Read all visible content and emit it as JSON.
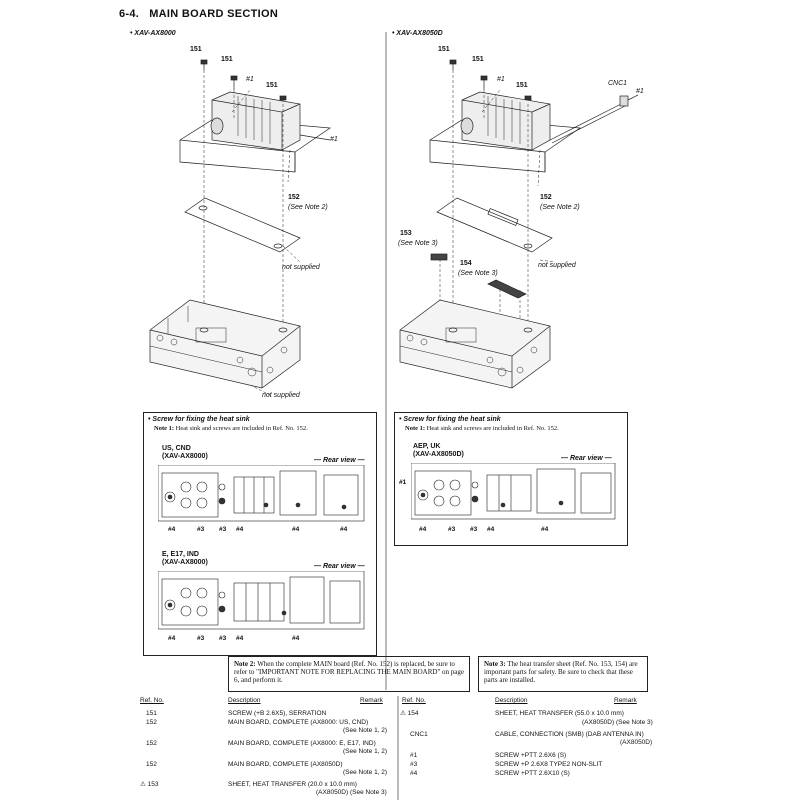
{
  "section_title": "6-4.   MAIN BOARD SECTION",
  "left": {
    "model": "• XAV-AX8000",
    "callouts": {
      "c151a": "151",
      "c151b": "151",
      "c151c": "151",
      "c1a": "#1",
      "c1b": "#1",
      "c152": "152",
      "c152note": "(See Note 2)",
      "ns1": "not supplied",
      "ns2": "not supplied"
    }
  },
  "right": {
    "model": "• XAV-AX8050D",
    "callouts": {
      "c151a": "151",
      "c151b": "151",
      "c151c": "151",
      "c1a": "#1",
      "c1b": "#1",
      "cnc1": "CNC1",
      "c152": "152",
      "c152note": "(See Note 2)",
      "c153": "153",
      "c153note": "(See Note 3)",
      "c154": "154",
      "c154note": "(See Note 3)",
      "ns1": "not supplied"
    }
  },
  "heatsink_left": {
    "title": "• Screw for fixing the heat sink",
    "note_label": "Note 1:",
    "note_text": " Heat sink and screws are included in Ref. No. 152.",
    "views": [
      {
        "region1": "US, CND",
        "region2": "(XAV-AX8000)",
        "rear": "Rear view",
        "screws": [
          "#4",
          "#3",
          "#3",
          "#4",
          "#4",
          "#4"
        ]
      },
      {
        "region1": "E, E17, IND",
        "region2": "(XAV-AX8000)",
        "rear": "Rear view",
        "screws": [
          "#4",
          "#3",
          "#3",
          "#4",
          "#4"
        ]
      }
    ]
  },
  "heatsink_right": {
    "title": "• Screw for fixing the heat sink",
    "note_label": "Note 1:",
    "note_text": " Heat sink and screws are included in Ref. No. 152.",
    "view": {
      "region1": "AEP, UK",
      "region2": "(XAV-AX8050D)",
      "rear": "Rear view",
      "side": "#1",
      "screws": [
        "#4",
        "#3",
        "#3",
        "#4",
        "#4"
      ]
    }
  },
  "note2": {
    "label": "Note 2:",
    "text": " When the complete MAIN board (Ref. No. 152) is replaced, be sure to refer to \"IMPORTANT NOTE FOR REPLACING THE MAIN BOARD\" on page 6, and perform it."
  },
  "note3": {
    "label": "Note 3:",
    "text": " The heat transfer sheet (Ref. No. 153, 154) are important parts for safety. Be sure to check that these parts are installed."
  },
  "parts_header": {
    "ref": "Ref. No.",
    "desc": "Description",
    "remark": "Remark"
  },
  "parts_left": [
    {
      "ref": "151",
      "desc": "SCREW (+B 2.6X5), SERRATION",
      "remark": ""
    },
    {
      "ref": "152",
      "desc": "MAIN BOARD, COMPLETE (AX8000: US, CND)",
      "remark": "(See Note 1, 2)"
    },
    {
      "ref": "152",
      "desc": "MAIN BOARD, COMPLETE  (AX8000: E, E17, IND)",
      "remark": "(See Note 1, 2)"
    },
    {
      "ref": "152",
      "desc": "MAIN BOARD, COMPLETE (AX8050D)",
      "remark": "(See Note 1, 2)"
    },
    {
      "ref": "⚠ 153",
      "desc": "SHEET, HEAT TRANSFER (20.0 x 10.0 mm)",
      "remark": "(AX8050D) (See Note 3)"
    }
  ],
  "parts_right": [
    {
      "ref": "⚠ 154",
      "desc": "SHEET, HEAT TRANSFER (55.0 x 10.0 mm)",
      "remark": "(AX8050D) (See Note 3)"
    },
    {
      "ref": "CNC1",
      "desc": "CABLE, CONNECTION (SMB) (DAB ANTENNA IN)",
      "remark": "(AX8050D)"
    },
    {
      "ref": "#1",
      "desc": "SCREW +PTT 2.6X6 (S)",
      "remark": ""
    },
    {
      "ref": "#3",
      "desc": "SCREW +P 2.6X8 TYPE2 NON-SLIT",
      "remark": ""
    },
    {
      "ref": "#4",
      "desc": "SCREW +PTT 2.6X10 (S)",
      "remark": ""
    }
  ]
}
